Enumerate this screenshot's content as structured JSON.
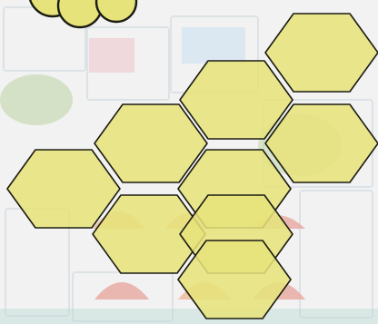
{
  "board": {
    "tile_fill": "#e6e37a",
    "tile_stroke": "#1c1c14",
    "tile_opacity": 0.86,
    "tiles": [
      {
        "id": "r0-c4"
      },
      {
        "id": "r1-c3"
      },
      {
        "id": "r2-c1"
      },
      {
        "id": "r2-c4"
      },
      {
        "id": "r3-c0"
      },
      {
        "id": "r3-c2"
      },
      {
        "id": "r4-c1"
      },
      {
        "id": "r4-c3"
      },
      {
        "id": "r5-c2"
      }
    ]
  },
  "background": {
    "base_color": "#f1f2f1",
    "grid_color": "#cdd6e0",
    "accent_pink": "#e9a7b1",
    "accent_orange": "#ec8e5a",
    "accent_green": "#9bc06f",
    "accent_blue": "#b8d4ef",
    "accent_red": "#e06a5c",
    "accent_teal": "#8ac6b8"
  },
  "corner_blob": {
    "fill": "#e6e37a",
    "stroke": "#1c1c14"
  }
}
